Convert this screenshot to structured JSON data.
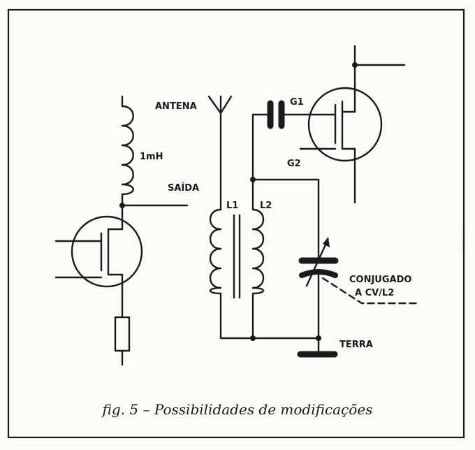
{
  "labels": {
    "antena": "ANTENA",
    "g1": "G1",
    "g2": "G2",
    "inductor_value": "1mH",
    "saida": "SAÍDA",
    "l1": "L1",
    "l2": "L2",
    "conjugado_line1": "CONJUGADO",
    "conjugado_line2": "A CV/L2",
    "terra": "TERRA"
  },
  "caption": "fig. 5 – Possibilidades de modificações"
}
